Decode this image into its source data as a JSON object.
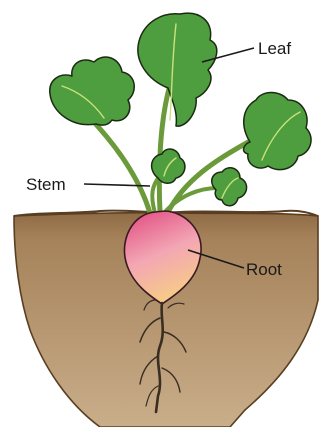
{
  "labels": {
    "leaf": "Leaf",
    "stem": "Stem",
    "root": "Root"
  },
  "colors": {
    "leaf": "#4e9e3f",
    "leaf_vein": "#c9e27a",
    "stem": "#6a9a3a",
    "soil": "#a5825a",
    "root_top": "#e0487e",
    "root_bottom": "#f6c98a",
    "taproot": "#3a2d22",
    "outline": "#1b2a12"
  }
}
